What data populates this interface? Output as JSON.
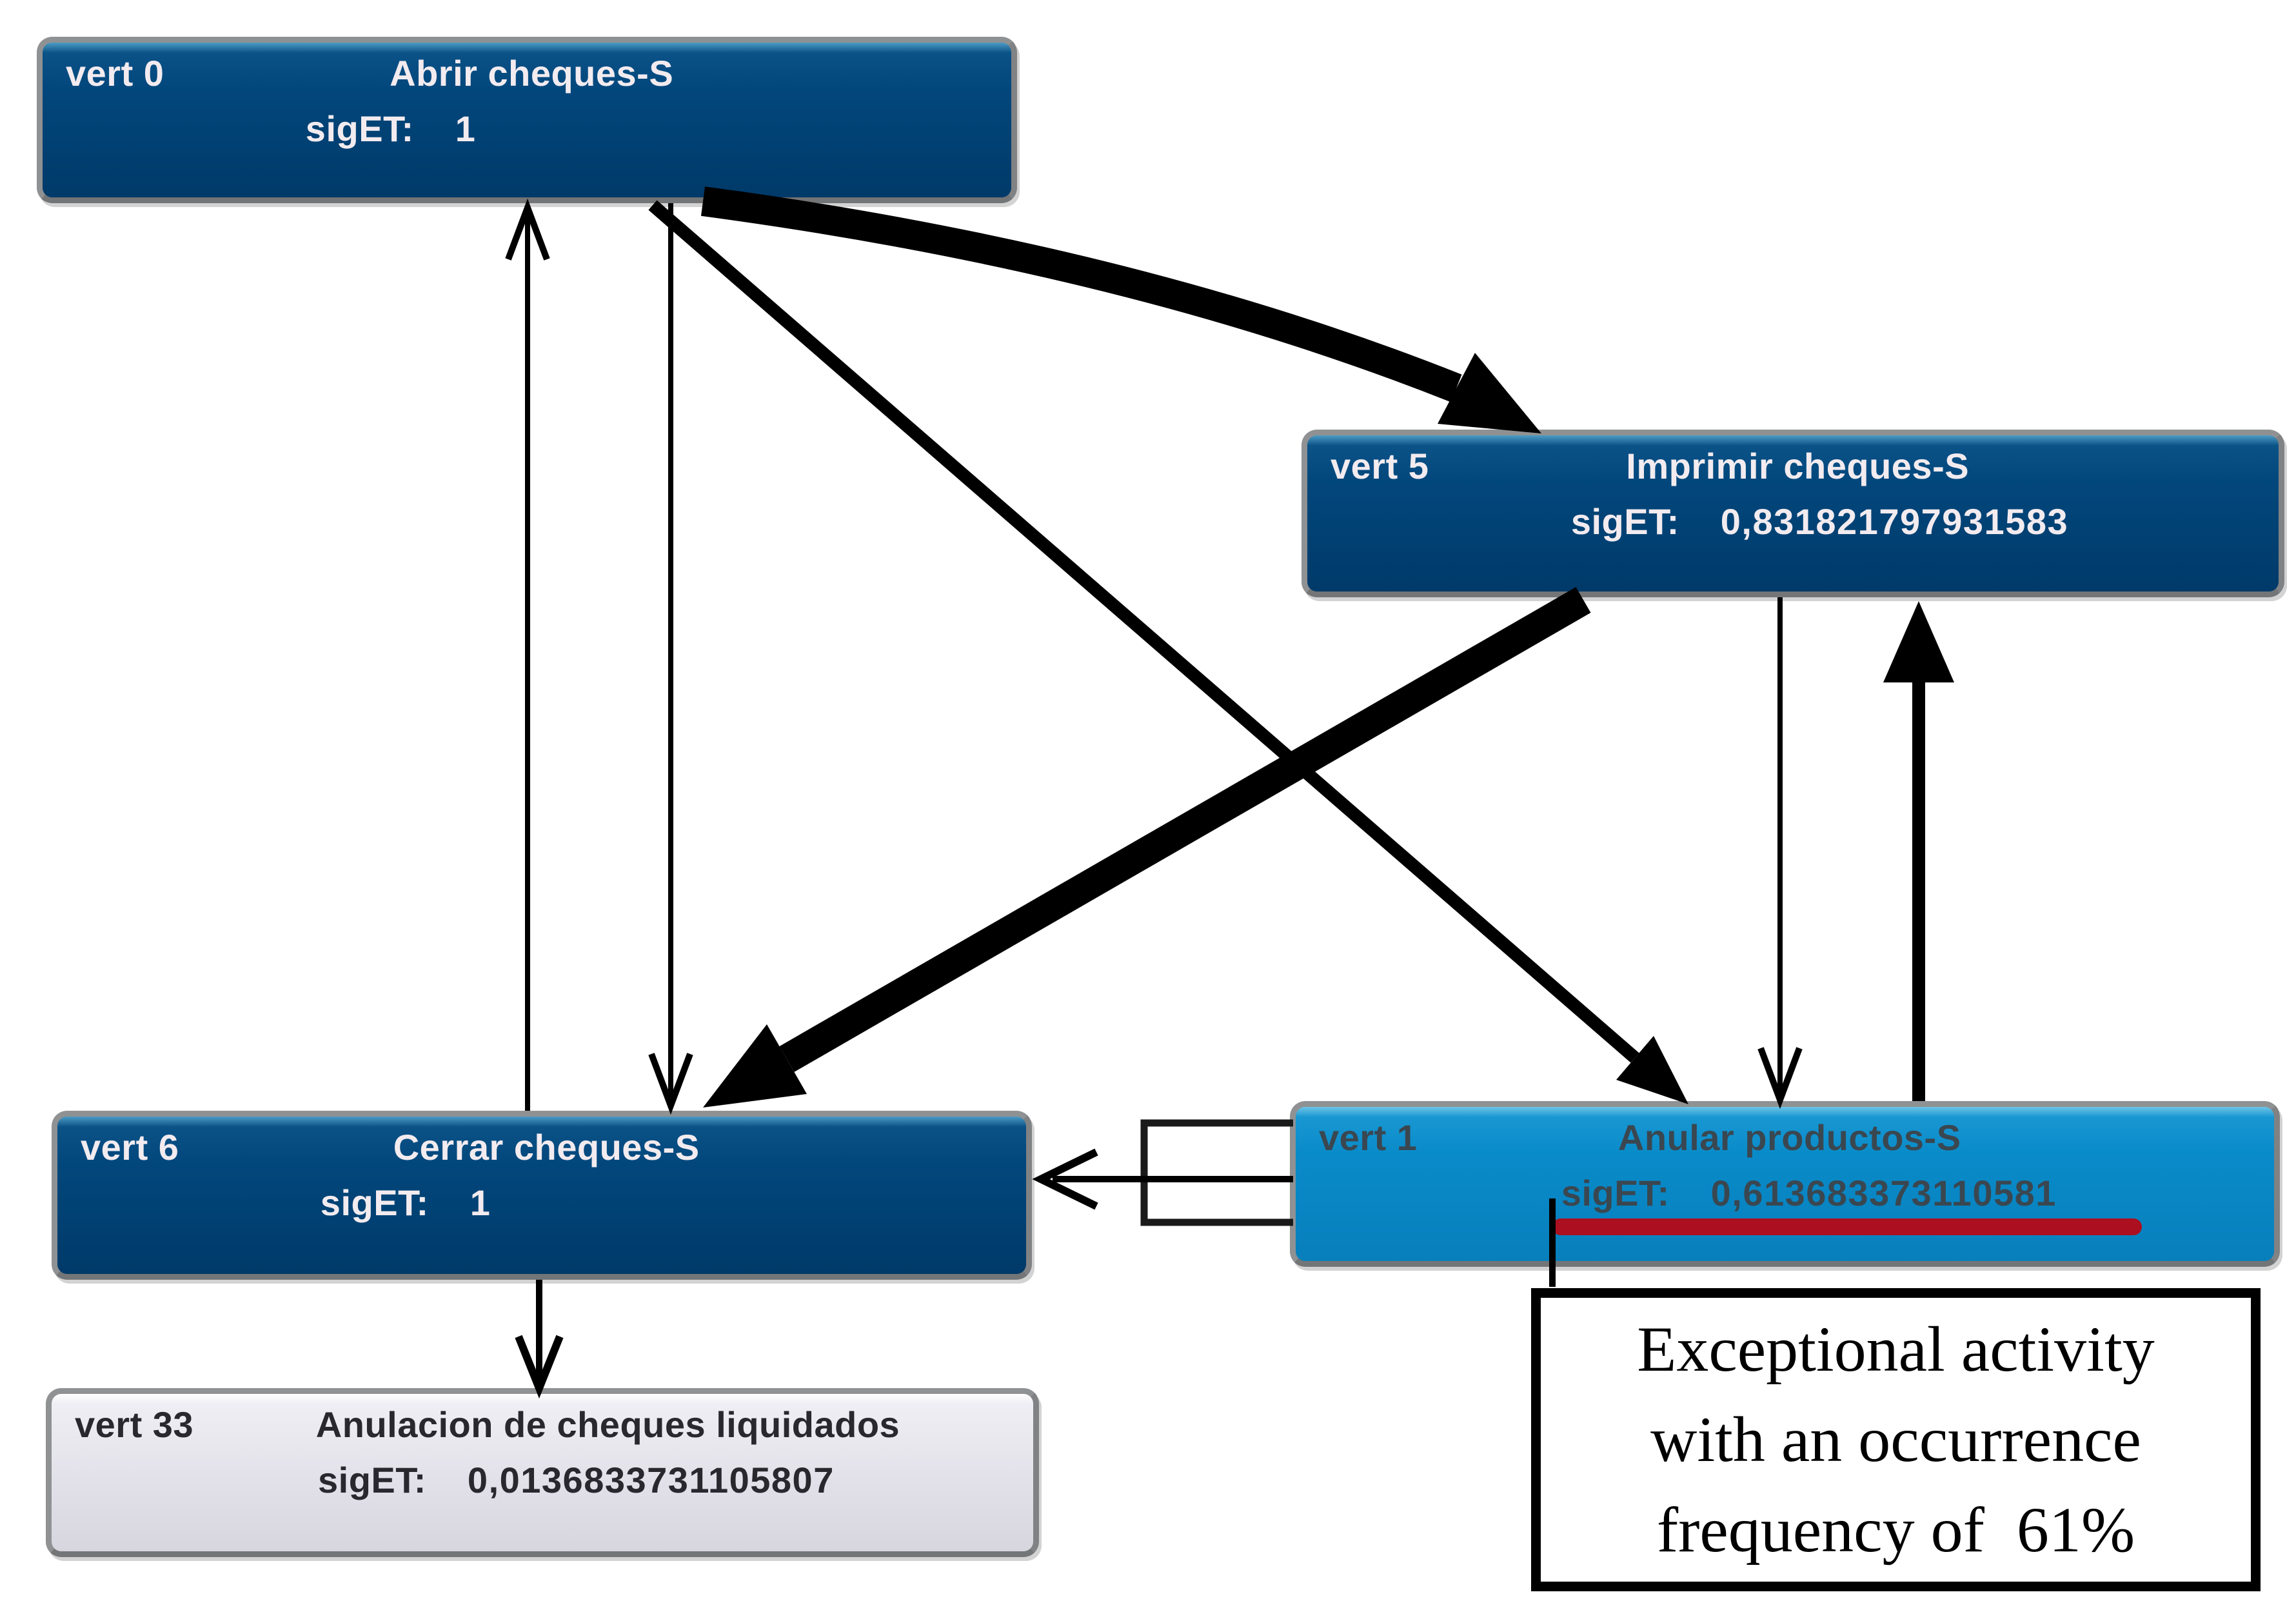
{
  "nodes": [
    {
      "vert_label": "vert 0",
      "name": "Abrir cheques-S",
      "sig_label": "sigET:",
      "sig_value": "1"
    },
    {
      "vert_label": "vert 5",
      "name": "Imprimir cheques-S",
      "sig_label": "sigET:",
      "sig_value": "0,831821797931583"
    },
    {
      "vert_label": "vert 6",
      "name": "Cerrar cheques-S",
      "sig_label": "sigET:",
      "sig_value": "1"
    },
    {
      "vert_label": "vert 1",
      "name": "Anular productos-S",
      "sig_label": "sigET:",
      "sig_value": "0,613683373110581"
    },
    {
      "vert_label": "vert 33",
      "name": "Anulacion de cheques liquidados",
      "sig_label": "sigET:",
      "sig_value": "0,0136833731105807"
    }
  ],
  "edges": [
    {
      "from": "vert 6",
      "to": "vert 0",
      "weight": "thin"
    },
    {
      "from": "vert 0",
      "to": "vert 6",
      "weight": "thin"
    },
    {
      "from": "vert 0",
      "to": "vert 5",
      "weight": "very-thick"
    },
    {
      "from": "vert 0",
      "to": "vert 1",
      "weight": "medium"
    },
    {
      "from": "vert 5",
      "to": "vert 6",
      "weight": "very-thick"
    },
    {
      "from": "vert 5",
      "to": "vert 1",
      "weight": "thin"
    },
    {
      "from": "vert 1",
      "to": "vert 5",
      "weight": "medium"
    },
    {
      "from": "vert 1",
      "to": "vert 6",
      "weight": "thin"
    },
    {
      "from": "vert 1",
      "to": "vert 1",
      "weight": "self-loop"
    },
    {
      "from": "vert 6",
      "to": "vert 33",
      "weight": "thin"
    }
  ],
  "annotation": {
    "lines": [
      "Exceptional activity",
      "with an occurrence",
      "frequency of  61%"
    ]
  },
  "colors": {
    "node_dark": "#02477c",
    "node_highlight": "#0a8bc9",
    "node_light": "#e2e1e9",
    "node_border": "#8f9193",
    "arrow": "#000000",
    "underline": "#ab0f20",
    "callout_border": "#000000"
  }
}
